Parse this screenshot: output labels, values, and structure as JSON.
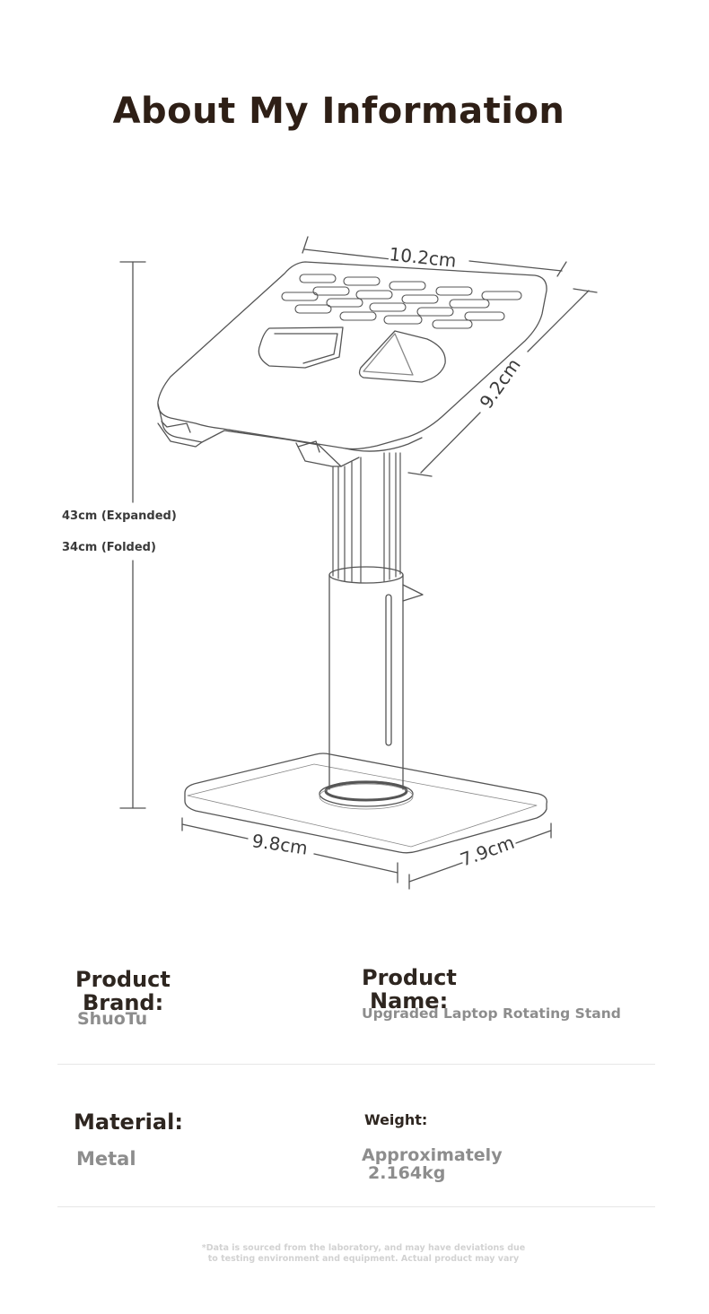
{
  "title": "About My Information",
  "dimensions": {
    "top_width": "10.2cm",
    "top_depth": "9.2cm",
    "height_expanded": "43cm (Expanded)",
    "height_folded": "34cm (Folded)",
    "base_width": "9.8cm",
    "base_depth": "7.9cm"
  },
  "specs": {
    "brand_label_line1": "Product",
    "brand_label_line2": "Brand:",
    "brand_value": "ShuoTu",
    "name_label_line1": "Product",
    "name_label_line2": "Name:",
    "name_value": "Upgraded Laptop Rotating Stand",
    "material_label": "Material:",
    "material_value": "Metal",
    "weight_label": "Weight:",
    "weight_value_line1": "Approximately",
    "weight_value_line2": "2.164kg"
  },
  "disclaimer_line1": "*Data is sourced from the laboratory, and may have deviations due",
  "disclaimer_line2": "to testing environment and equipment. Actual product may vary",
  "colors": {
    "title": "#2e1f16",
    "label": "#2e2620",
    "value": "#8d8d8d",
    "line": "#555555"
  }
}
